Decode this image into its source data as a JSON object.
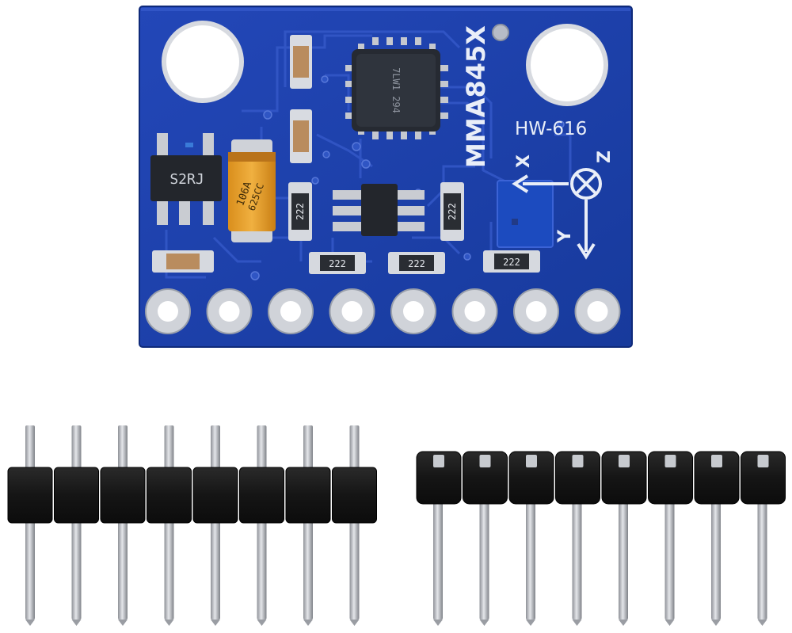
{
  "board": {
    "chip_label": "MMA845X",
    "model_label": "HW-616",
    "regulator_marking": "S2RJ",
    "capacitor_marking": "106A",
    "capacitor_code": "625CC",
    "resistor_label": "222",
    "axis_x": "X",
    "axis_y": "Y",
    "axis_z": "Z",
    "pin_count": 8,
    "colors": {
      "pcb": "#1b3fa8",
      "silkscreen": "#e9eef8",
      "tantalum": "#e9a12a",
      "pad": "#c9ccd2"
    }
  },
  "headers": {
    "straight_pin_count": 8,
    "right_angle_pin_count": 8,
    "colors": {
      "plastic": "#141414",
      "metal": "#b9bcc1"
    }
  }
}
